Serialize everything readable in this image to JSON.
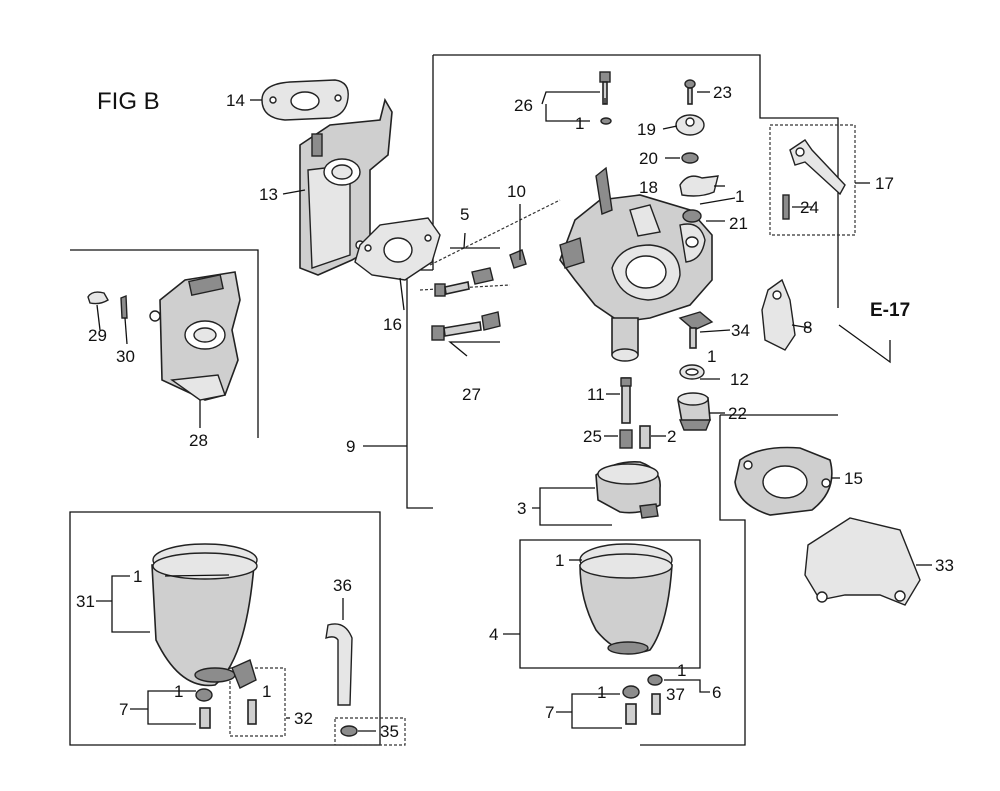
{
  "figure": {
    "title": "FIG B",
    "reference": "E-17"
  },
  "callouts": {
    "c1a": "1",
    "c1b": "1",
    "c1c": "1",
    "c1d": "1",
    "c1e": "1",
    "c1f": "1",
    "c1g": "1",
    "c1h": "1",
    "c1i": "1",
    "c2": "2",
    "c3": "3",
    "c4": "4",
    "c5": "5",
    "c6": "6",
    "c7a": "7",
    "c7b": "7",
    "c8": "8",
    "c9": "9",
    "c10": "10",
    "c11": "11",
    "c12": "12",
    "c13": "13",
    "c14": "14",
    "c15": "15",
    "c16": "16",
    "c17": "17",
    "c18": "18",
    "c19": "19",
    "c20": "20",
    "c21": "21",
    "c22": "22",
    "c23": "23",
    "c24": "24",
    "c25": "25",
    "c26": "26",
    "c27": "27",
    "c28": "28",
    "c29": "29",
    "c30": "30",
    "c31": "31",
    "c32": "32",
    "c33": "33",
    "c34": "34",
    "c35": "35",
    "c36": "36",
    "c37": "37"
  }
}
